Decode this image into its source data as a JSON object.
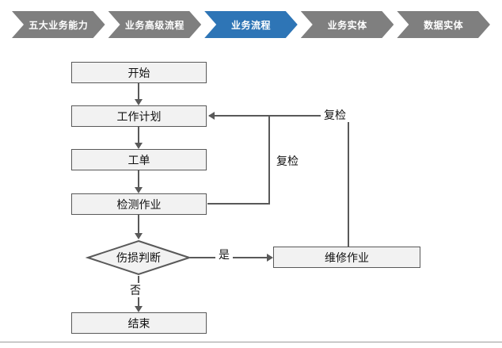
{
  "nav": {
    "items": [
      {
        "label": "五大业务能力",
        "active": false
      },
      {
        "label": "业务高级流程",
        "active": false
      },
      {
        "label": "业务流程",
        "active": true
      },
      {
        "label": "业务实体",
        "active": false
      },
      {
        "label": "数据实体",
        "active": false
      }
    ],
    "active_color": "#2e75b6",
    "inactive_color": "#7f7f7f",
    "text_color": "#ffffff"
  },
  "flowchart": {
    "nodes": {
      "start": "开始",
      "plan": "工作计划",
      "order": "工单",
      "inspect": "检测作业",
      "decision": "伤损判断",
      "repair": "维修作业",
      "end": "结束"
    },
    "labels": {
      "yes": "是",
      "no": "否",
      "recheck_inner": "复检",
      "recheck_outer": "复检"
    },
    "colors": {
      "node_fill": "#f2f2f2",
      "node_border": "#595959",
      "line": "#595959"
    }
  }
}
